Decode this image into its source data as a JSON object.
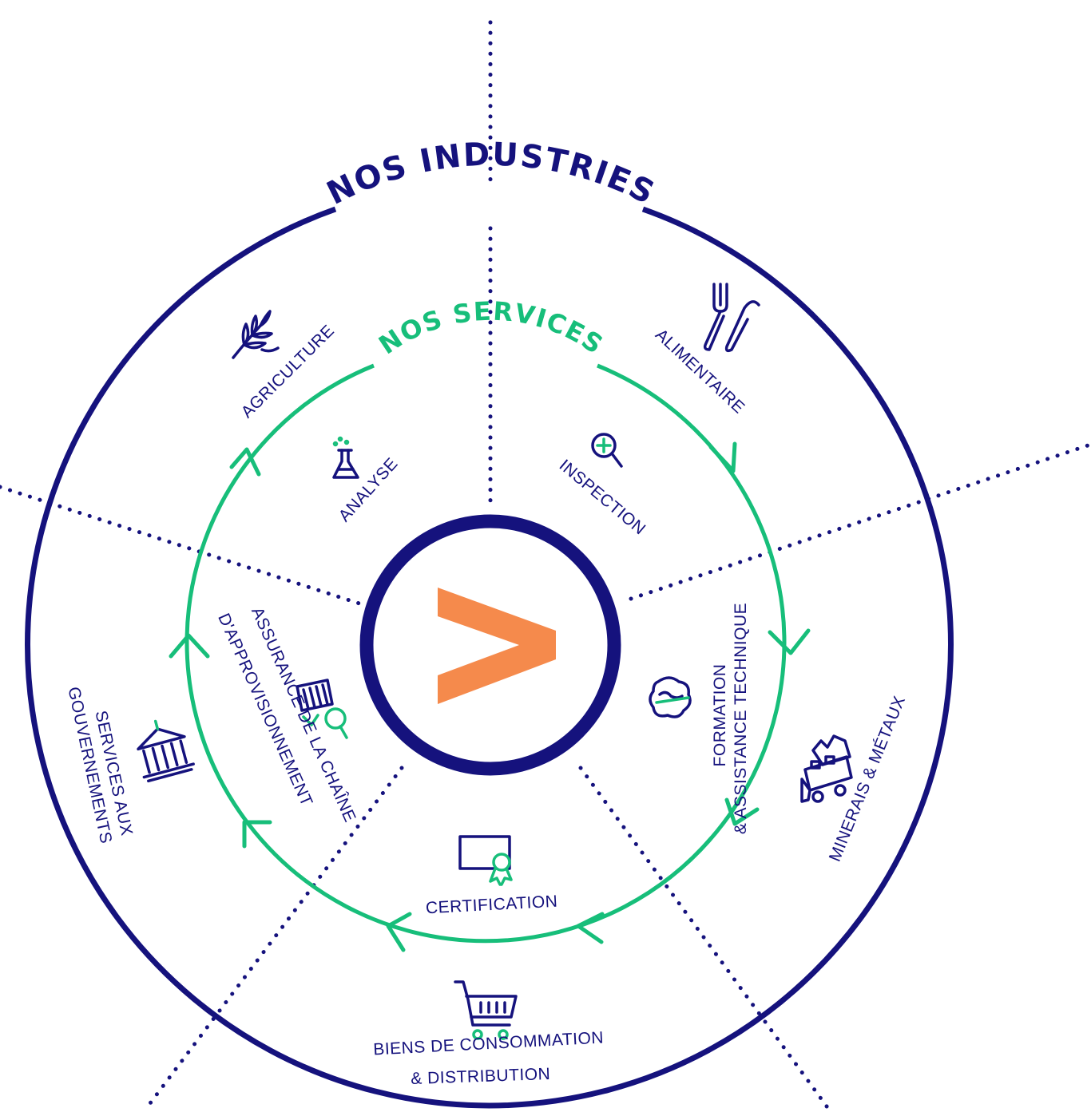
{
  "titles": {
    "industries": "NOS INDUSTRIES",
    "services": "NOS SERVICES"
  },
  "industries": {
    "agriculture": "AGRICULTURE",
    "alimentaire": "ALIMENTAIRE",
    "minerais": "MINERAIS & MÉTAUX",
    "biens_line1": "BIENS DE CONSOMMATION",
    "biens_line2": "& DISTRIBUTION",
    "gouv_line1": "SERVICES AUX",
    "gouv_line2": "GOUVERNEMENTS"
  },
  "services": {
    "analyse": "ANALYSE",
    "inspection": "INSPECTION",
    "formation_line1": "FORMATION",
    "formation_line2": "& ASSISTANCE TECHNIQUE",
    "certification": "CERTIFICATION",
    "assurance_line1": "ASSURANCE DE LA CHAÎNE",
    "assurance_line2": "D'APPROVISIONNEMENT"
  },
  "colors": {
    "navy": "#15127d",
    "green": "#17be7a",
    "orange": "#f58a4c"
  },
  "icons": {
    "agriculture": "wheat-icon",
    "alimentaire": "fork-knife-icon",
    "minerais": "mining-truck-icon",
    "biens": "shopping-cart-icon",
    "gouvernements": "government-building-icon",
    "analyse": "flask-icon",
    "inspection": "magnifier-icon",
    "formation": "brain-gear-icon",
    "certification": "certificate-icon",
    "assurance": "supply-chain-icon",
    "logo": "chevron-logo"
  }
}
